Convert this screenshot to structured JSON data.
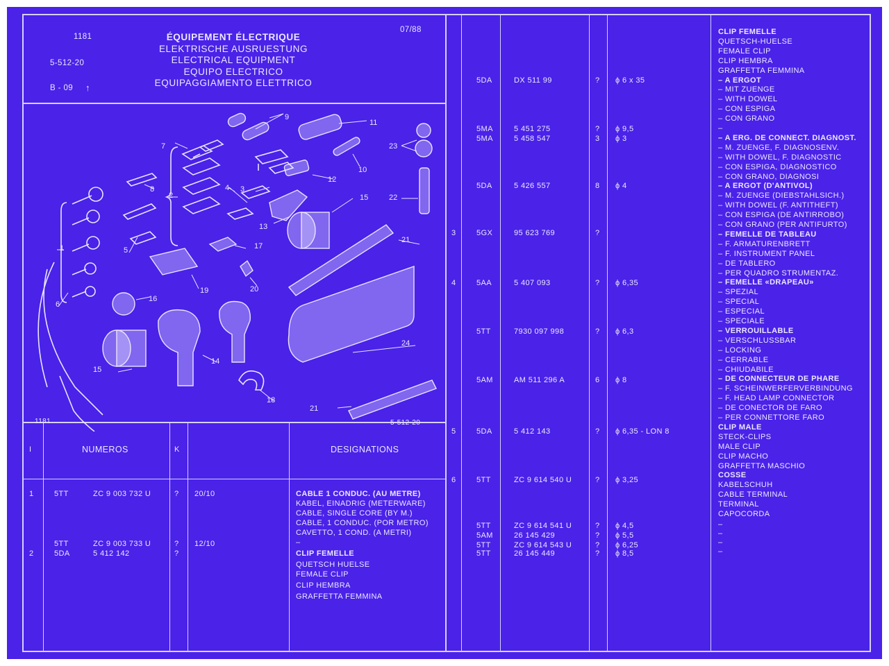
{
  "header": {
    "plate": "1181",
    "group": "5-512-20",
    "ref": "B - 09",
    "date": "07/88",
    "titles": [
      "ÉQUIPEMENT ÉLECTRIQUE",
      "ELEKTRISCHE AUSRUESTUNG",
      "ELECTRICAL EQUIPMENT",
      "EQUIPO ELECTRICO",
      "EQUIPAGGIAMENTO ELETTRICO"
    ]
  },
  "drawing": {
    "caption_left": "1181",
    "caption_right": "5-512-20",
    "callouts": [
      "1",
      "2",
      "3",
      "4",
      "5",
      "6",
      "7",
      "8",
      "9",
      "10",
      "11",
      "12",
      "13",
      "14",
      "15",
      "15",
      "16",
      "17",
      "18",
      "19",
      "20",
      "21",
      "21",
      "22",
      "23",
      "24"
    ]
  },
  "table": {
    "col_index": "I",
    "col_numbers": "NUMEROS",
    "col_k": "K",
    "col_designations": "DESIGNATIONS"
  },
  "left_rows": [
    {
      "idx": "1",
      "code": "5TT",
      "ref": "ZC 9 003 732 U",
      "k": "?",
      "spec": "20/10"
    },
    {
      "idx": "",
      "code": "5TT",
      "ref": "ZC 9 003 733 U",
      "k": "?",
      "spec": "12/10"
    },
    {
      "idx": "2",
      "code": "5DA",
      "ref": "5 412 142",
      "k": "?",
      "spec": ""
    }
  ],
  "left_desc": [
    {
      "text": "CABLE 1 CONDUC. (AU METRE)",
      "bold": true
    },
    {
      "text": "KABEL, EINADRIG (METERWARE)",
      "bold": false
    },
    {
      "text": "CABLE, SINGLE CORE (BY M.)",
      "bold": false
    },
    {
      "text": "CABLE, 1 CONDUC. (POR METRO)",
      "bold": false
    },
    {
      "text": "CAVETTO, 1 COND. (A METRI)",
      "bold": false
    },
    {
      "text": "–",
      "bold": false
    },
    {
      "text": "CLIP FEMELLE",
      "bold": true
    },
    {
      "text": "QUETSCH HUELSE",
      "bold": false
    },
    {
      "text": "FEMALE CLIP",
      "bold": false
    },
    {
      "text": "CLIP HEMBRA",
      "bold": false
    },
    {
      "text": "GRAFFETTA FEMMINA",
      "bold": false
    }
  ],
  "right_rows": [
    {
      "idx": "",
      "code": "5DA",
      "ref": "DX 511 99",
      "k": "?",
      "spec": "ϕ 6 x 35"
    },
    {
      "idx": "",
      "code": "5MA",
      "ref": "5 451 275",
      "k": "?",
      "spec": "ϕ 9,5"
    },
    {
      "idx": "",
      "code": "5MA",
      "ref": "5 458 547",
      "k": "3",
      "spec": "ϕ 3"
    },
    {
      "idx": "",
      "code": "5DA",
      "ref": "5 426 557",
      "k": "8",
      "spec": "ϕ 4"
    },
    {
      "idx": "3",
      "code": "5GX",
      "ref": "95 623 769",
      "k": "?",
      "spec": ""
    },
    {
      "idx": "4",
      "code": "5AA",
      "ref": "5 407 093",
      "k": "?",
      "spec": "ϕ 6,35"
    },
    {
      "idx": "",
      "code": "5TT",
      "ref": "7930 097 998",
      "k": "?",
      "spec": "ϕ 6,3"
    },
    {
      "idx": "",
      "code": "5AM",
      "ref": "AM 511 296 A",
      "k": "6",
      "spec": "ϕ 8"
    },
    {
      "idx": "5",
      "code": "5DA",
      "ref": "5 412 143",
      "k": "?",
      "spec": "ϕ 6,35 - LON 8"
    },
    {
      "idx": "6",
      "code": "5TT",
      "ref": "ZC 9 614 540 U",
      "k": "?",
      "spec": "ϕ 3,25"
    },
    {
      "idx": "",
      "code": "5TT",
      "ref": "ZC 9 614 541 U",
      "k": "?",
      "spec": "ϕ 4,5"
    },
    {
      "idx": "",
      "code": "5AM",
      "ref": "26 145 429",
      "k": "?",
      "spec": "ϕ 5,5"
    },
    {
      "idx": "",
      "code": "5TT",
      "ref": "ZC 9 614 543 U",
      "k": "?",
      "spec": "ϕ 6,25"
    },
    {
      "idx": "",
      "code": "5TT",
      "ref": "26 145 449",
      "k": "?",
      "spec": "ϕ 8,5"
    }
  ],
  "right_desc": [
    {
      "text": "CLIP FEMELLE",
      "bold": true
    },
    {
      "text": "QUETSCH-HUELSE",
      "bold": false
    },
    {
      "text": "FEMALE CLIP",
      "bold": false
    },
    {
      "text": "CLIP HEMBRA",
      "bold": false
    },
    {
      "text": "GRAFFETTA FEMMINA",
      "bold": false
    },
    {
      "text": "– A ERGOT",
      "bold": true
    },
    {
      "text": "– MIT ZUENGE",
      "bold": false
    },
    {
      "text": "– WITH DOWEL",
      "bold": false
    },
    {
      "text": "– CON ESPIGA",
      "bold": false
    },
    {
      "text": "– CON GRANO",
      "bold": false
    },
    {
      "text": "–",
      "bold": false
    },
    {
      "text": "– A ERG. DE CONNECT. DIAGNOST.",
      "bold": true
    },
    {
      "text": "– M. ZUENGE, F. DIAGNOSENV.",
      "bold": false
    },
    {
      "text": "– WITH DOWEL, F. DIAGNOSTIC",
      "bold": false
    },
    {
      "text": "– CON ESPIGA, DIAGNOSTICO",
      "bold": false
    },
    {
      "text": "– CON GRANO, DIAGNOSI",
      "bold": false
    },
    {
      "text": "– A ERGOT (D'ANTIVOL)",
      "bold": true
    },
    {
      "text": "– M. ZUENGE (DIEBSTAHLSICH.)",
      "bold": false
    },
    {
      "text": "– WITH DOWEL (F. ANTITHEFT)",
      "bold": false
    },
    {
      "text": "– CON ESPIGA (DE ANTIRROBO)",
      "bold": false
    },
    {
      "text": "– CON GRANO (PER ANTIFURTO)",
      "bold": false
    },
    {
      "text": "– FEMELLE DE TABLEAU",
      "bold": true
    },
    {
      "text": "– F. ARMATURENBRETT",
      "bold": false
    },
    {
      "text": "– F. INSTRUMENT PANEL",
      "bold": false
    },
    {
      "text": "– DE TABLERO",
      "bold": false
    },
    {
      "text": "– PER QUADRO STRUMENTAZ.",
      "bold": false
    },
    {
      "text": "– FEMELLE «DRAPEAU»",
      "bold": true
    },
    {
      "text": "– SPEZIAL",
      "bold": false
    },
    {
      "text": "– SPECIAL",
      "bold": false
    },
    {
      "text": "– ESPECIAL",
      "bold": false
    },
    {
      "text": "– SPECIALE",
      "bold": false
    },
    {
      "text": "– VERROUILLABLE",
      "bold": true
    },
    {
      "text": "– VERSCHLUSSBAR",
      "bold": false
    },
    {
      "text": "– LOCKING",
      "bold": false
    },
    {
      "text": "– CERRABLE",
      "bold": false
    },
    {
      "text": "– CHIUDABILE",
      "bold": false
    },
    {
      "text": "– DE CONNECTEUR DE PHARE",
      "bold": true
    },
    {
      "text": "– F. SCHEINWERFERVERBINDUNG",
      "bold": false
    },
    {
      "text": "– F. HEAD LAMP CONNECTOR",
      "bold": false
    },
    {
      "text": "– DE CONECTOR DE FARO",
      "bold": false
    },
    {
      "text": "– PER CONNETTORE FARO",
      "bold": false
    },
    {
      "text": "CLIP MALE",
      "bold": true
    },
    {
      "text": "STECK-CLIPS",
      "bold": false
    },
    {
      "text": "MALE CLIP",
      "bold": false
    },
    {
      "text": "CLIP MACHO",
      "bold": false
    },
    {
      "text": "GRAFFETTA MASCHIO",
      "bold": false
    },
    {
      "text": "COSSE",
      "bold": true
    },
    {
      "text": "KABELSCHUH",
      "bold": false
    },
    {
      "text": "CABLE TERMINAL",
      "bold": false
    },
    {
      "text": "TERMINAL",
      "bold": false
    },
    {
      "text": "CAPOCORDA",
      "bold": false
    },
    {
      "text": "–",
      "bold": false
    },
    {
      "text": "–",
      "bold": false
    },
    {
      "text": "–",
      "bold": false
    },
    {
      "text": "–",
      "bold": false
    }
  ]
}
